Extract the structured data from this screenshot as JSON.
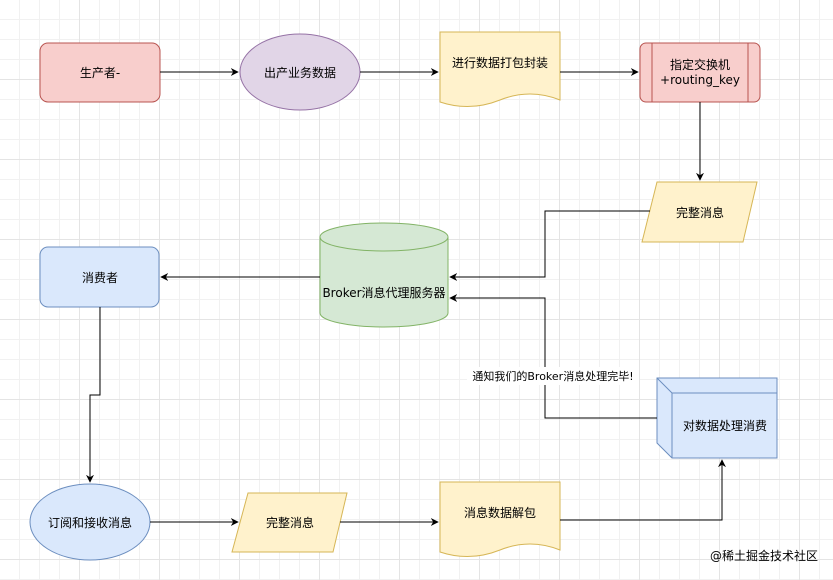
{
  "nodes": {
    "producer": "生产者-",
    "produce_data": "出产业务数据",
    "pack": "进行数据打包封装",
    "exchange_line1": "指定交换机",
    "exchange_line2": "+routing_key",
    "full_msg_1": "完整消息",
    "broker": "Broker消息代理服务器",
    "consumer": "消费者",
    "subscribe": "订阅和接收消息",
    "full_msg_2": "完整消息",
    "unpack": "消息数据解包",
    "process": "对数据处理消费"
  },
  "edge_labels": {
    "notify": "通知我们的Broker消息处理完毕!"
  },
  "watermark": "@稀土掘金技术社区",
  "colors": {
    "red_fill": "#f8cecc",
    "red_stroke": "#b85450",
    "purple_fill": "#e1d5e7",
    "purple_stroke": "#9673a6",
    "yellow_fill": "#fff2cc",
    "yellow_stroke": "#d6b656",
    "green_fill": "#d5e8d4",
    "green_stroke": "#82b366",
    "blue_fill": "#dae8fc",
    "blue_stroke": "#6c8ebf"
  }
}
